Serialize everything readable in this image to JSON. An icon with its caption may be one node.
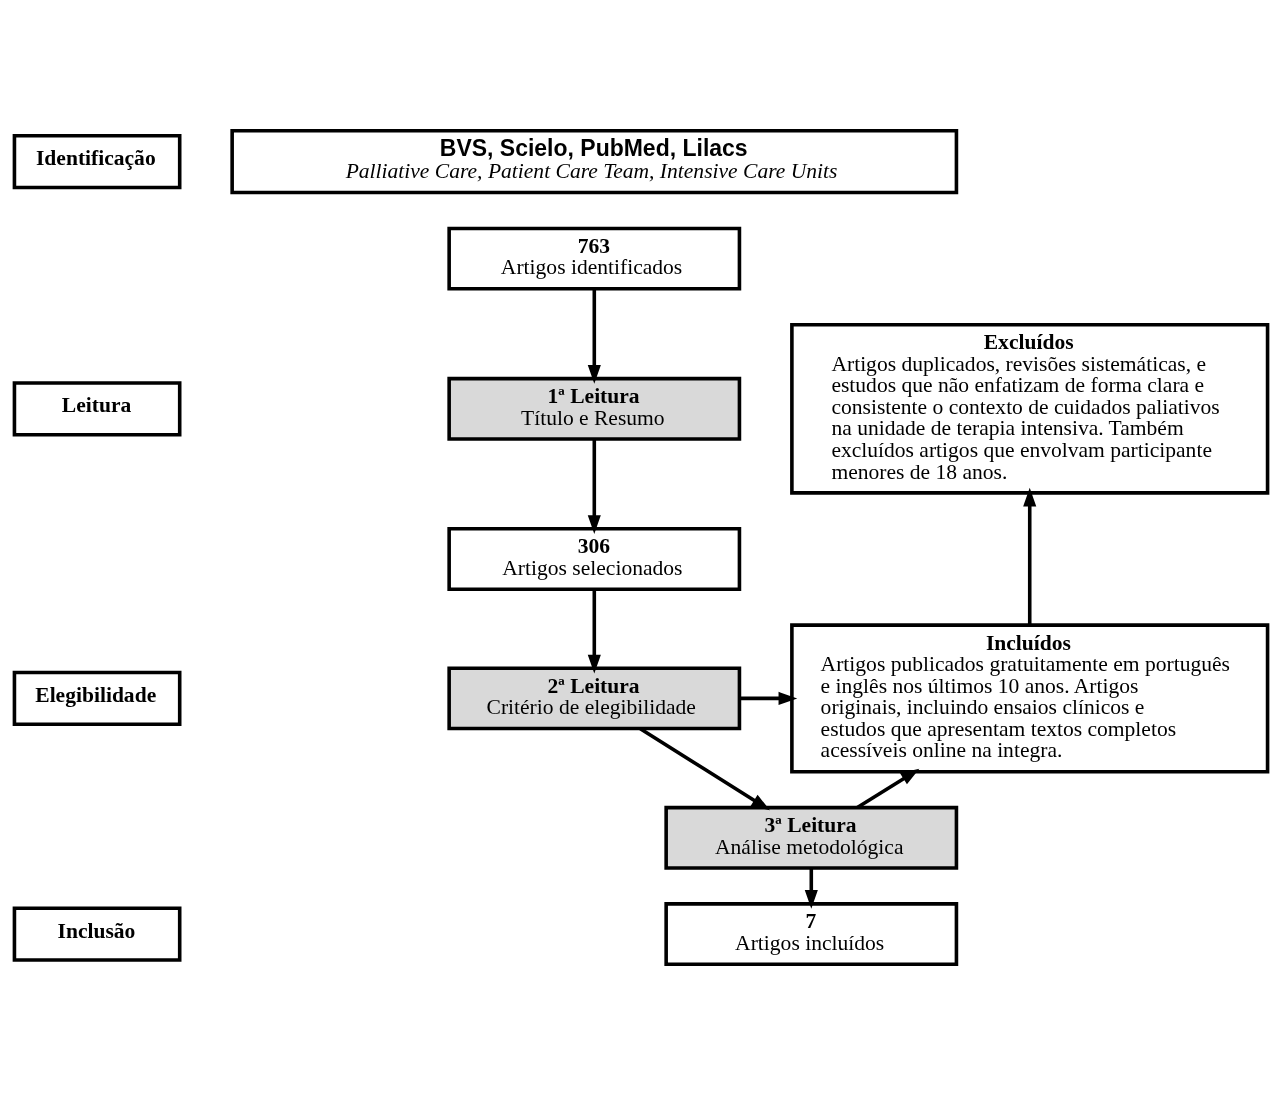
{
  "diagram": {
    "nodes": [
      {
        "text": [
          "Identificação"
        ]
      },
      {
        "text": [
          "BVS, Scielo, PubMed, Lilacs",
          "Palliative Care, Patient Care Team, Intensive Care Units"
        ]
      },
      {
        "text": [
          "763",
          "Artigos identificados"
        ]
      },
      {
        "text": [
          "Leitura"
        ]
      },
      {
        "text": [
          "1ª Leitura",
          "Título e Resumo"
        ]
      },
      {
        "text": [
          "Excluídos",
          "Artigos duplicados, revisões sistemáticas, e estudos que não enfatizam de forma clara e consistente o contexto de cuidados paliativos na unidade de terapia intensiva. Também excluídos artigos que envolvam participante menores de 18 anos."
        ]
      },
      {
        "text": [
          "306",
          "Artigos selecionados"
        ]
      },
      {
        "text": [
          "Elegibilidade"
        ]
      },
      {
        "text": [
          "2ª Leitura",
          "Critério de elegibilidade"
        ]
      },
      {
        "text": [
          "Incluídos",
          "Artigos publicados gratuitamente em português e inglês nos últimos 10 anos. Artigos originais, incluindo ensaios clínicos e estudos que apresentam textos completos acessíveis online na integra."
        ]
      },
      {
        "text": [
          "3ª Leitura",
          "Análise metodológica"
        ]
      },
      {
        "text": [
          "Inclusão"
        ]
      },
      {
        "text": [
          "7",
          "Artigos incluídos"
        ]
      }
    ],
    "edges": [
      {
        "from": 2,
        "to": 4,
        "arrow": "to"
      },
      {
        "from": 4,
        "to": 6,
        "arrow": "to"
      },
      {
        "from": 6,
        "to": 8,
        "arrow": "to"
      },
      {
        "from": 8,
        "to": 10,
        "arrow": "to"
      },
      {
        "from": 10,
        "to": 12,
        "arrow": "to"
      },
      {
        "from": 8,
        "to": 9,
        "arrow": "to"
      },
      {
        "from": 10,
        "to": 9,
        "arrow": "to"
      },
      {
        "from": 9,
        "to": 5,
        "arrow": "to"
      }
    ]
  }
}
